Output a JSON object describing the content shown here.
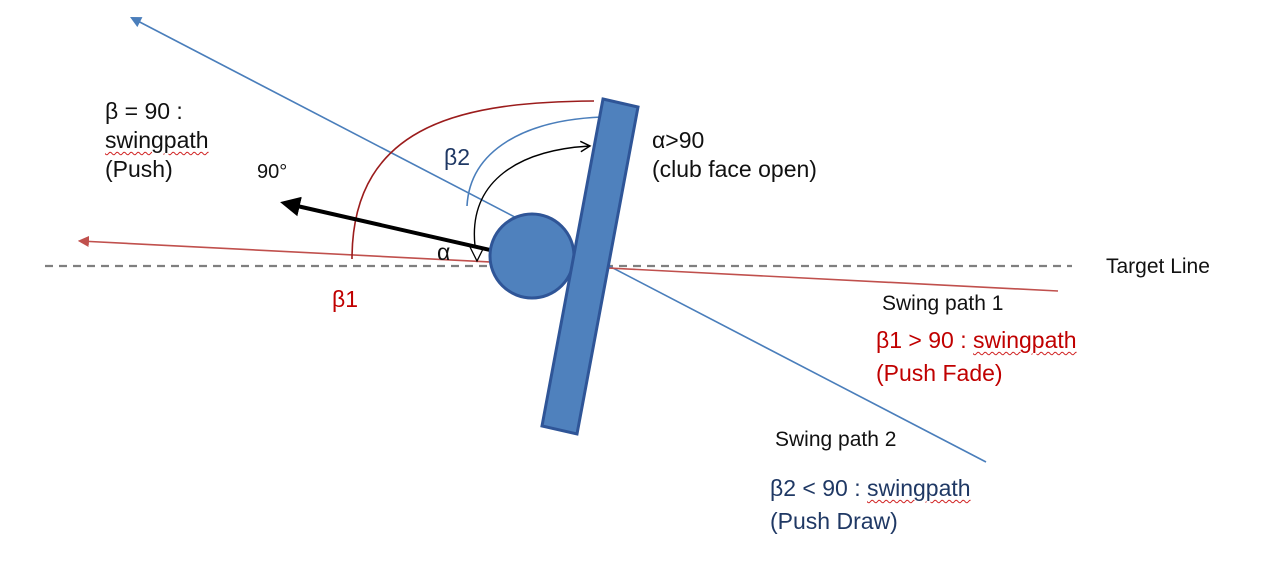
{
  "colors": {
    "target_line": "#7f7f7f",
    "path1": "#c0504d",
    "path1_arc": "#9b1c1c",
    "path2": "#4a7ebb",
    "club": "#4f81bd",
    "club_edge": "#2f5597",
    "text_red": "#c00000",
    "text_navy": "#1f3864",
    "text_black": "#111111"
  },
  "labels": {
    "target_line": "Target Line",
    "beta90": {
      "line1": "β = 90 :",
      "line2": "swingpath",
      "line3": "(Push)"
    },
    "ninety_deg": "90°",
    "beta2_angle": "β2",
    "alpha_angle": "α",
    "beta1_angle": "β1",
    "alpha_gt_90": {
      "line1": "α>90",
      "line2": "(club face open)"
    },
    "swing_path_1": {
      "title": "Swing path 1",
      "line1_prefix": "β1 > 90 : ",
      "line1_word": "swingpath",
      "line2": "(Push Fade)"
    },
    "swing_path_2": {
      "title": "Swing path 2",
      "line1_prefix": "β2 < 90 : ",
      "line1_word": "swingpath",
      "line2": "(Push Draw)"
    }
  }
}
